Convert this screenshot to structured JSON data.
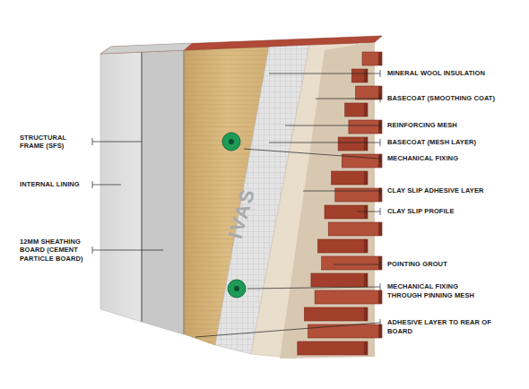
{
  "diagram": {
    "labels": [
      "MINERAL WOOL INSULATION",
      "BASECOAT (SMOOTHING COAT)",
      "REINFORCING MESH",
      "BASECOAT (MESH LAYER)",
      "MECHANICAL FIXING",
      "CLAY SLIP ADHESIVE LAYER",
      "CLAY SLIP PROFILE",
      "POINTING GROUT",
      "MECHANICAL FIXING THROUGH PINNING MESH",
      "ADHESIVE LAYER TO REAR OF BOARD",
      "STRUCTURAL FRAME (SFS)",
      "INTERNAL LINING",
      "12MM SHEATHING BOARD (CEMENT PARTICLE BOARD)",
      "IVAS"
    ]
  }
}
